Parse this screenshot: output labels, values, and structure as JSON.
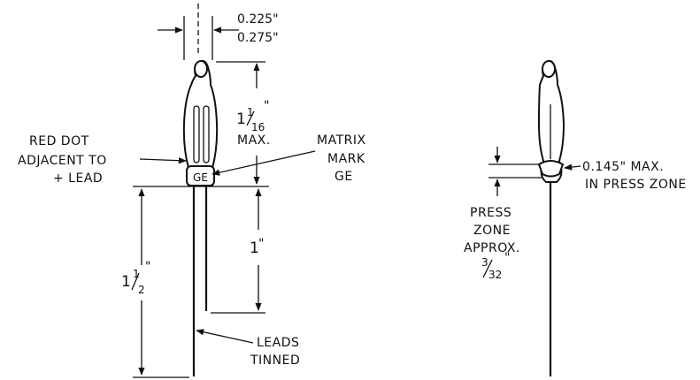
{
  "left_view": {
    "top_dim_line1": "0.225\"",
    "top_dim_line2": "0.275\"",
    "bulb_length_whole": "1",
    "bulb_length_frac_num": "1",
    "bulb_length_frac_den": "16",
    "bulb_length_inch_mark": "\"",
    "bulb_length_note": "MAX.",
    "red_dot_line1": "RED DOT",
    "red_dot_line2": "ADJACENT TO",
    "red_dot_line3": "+ LEAD",
    "matrix_line1": "MATRIX",
    "matrix_line2": "MARK",
    "matrix_line3": "GE",
    "base_marking": "GE",
    "lead_length_short": "1",
    "lead_length_short_mark": "\"",
    "lead_length_long_whole": "1",
    "lead_length_long_num": "1",
    "lead_length_long_den": "2",
    "lead_length_long_mark": "\"",
    "leads_line1": "LEADS",
    "leads_line2": "TINNED"
  },
  "right_view": {
    "press_zone_max_line1": "0.145\" MAX.",
    "press_zone_max_line2": "IN PRESS ZONE",
    "press_zone_line1": "PRESS",
    "press_zone_line2": "ZONE",
    "press_zone_line3": "APPROX.",
    "press_zone_num": "3",
    "press_zone_den": "32",
    "press_zone_mark": "\""
  }
}
